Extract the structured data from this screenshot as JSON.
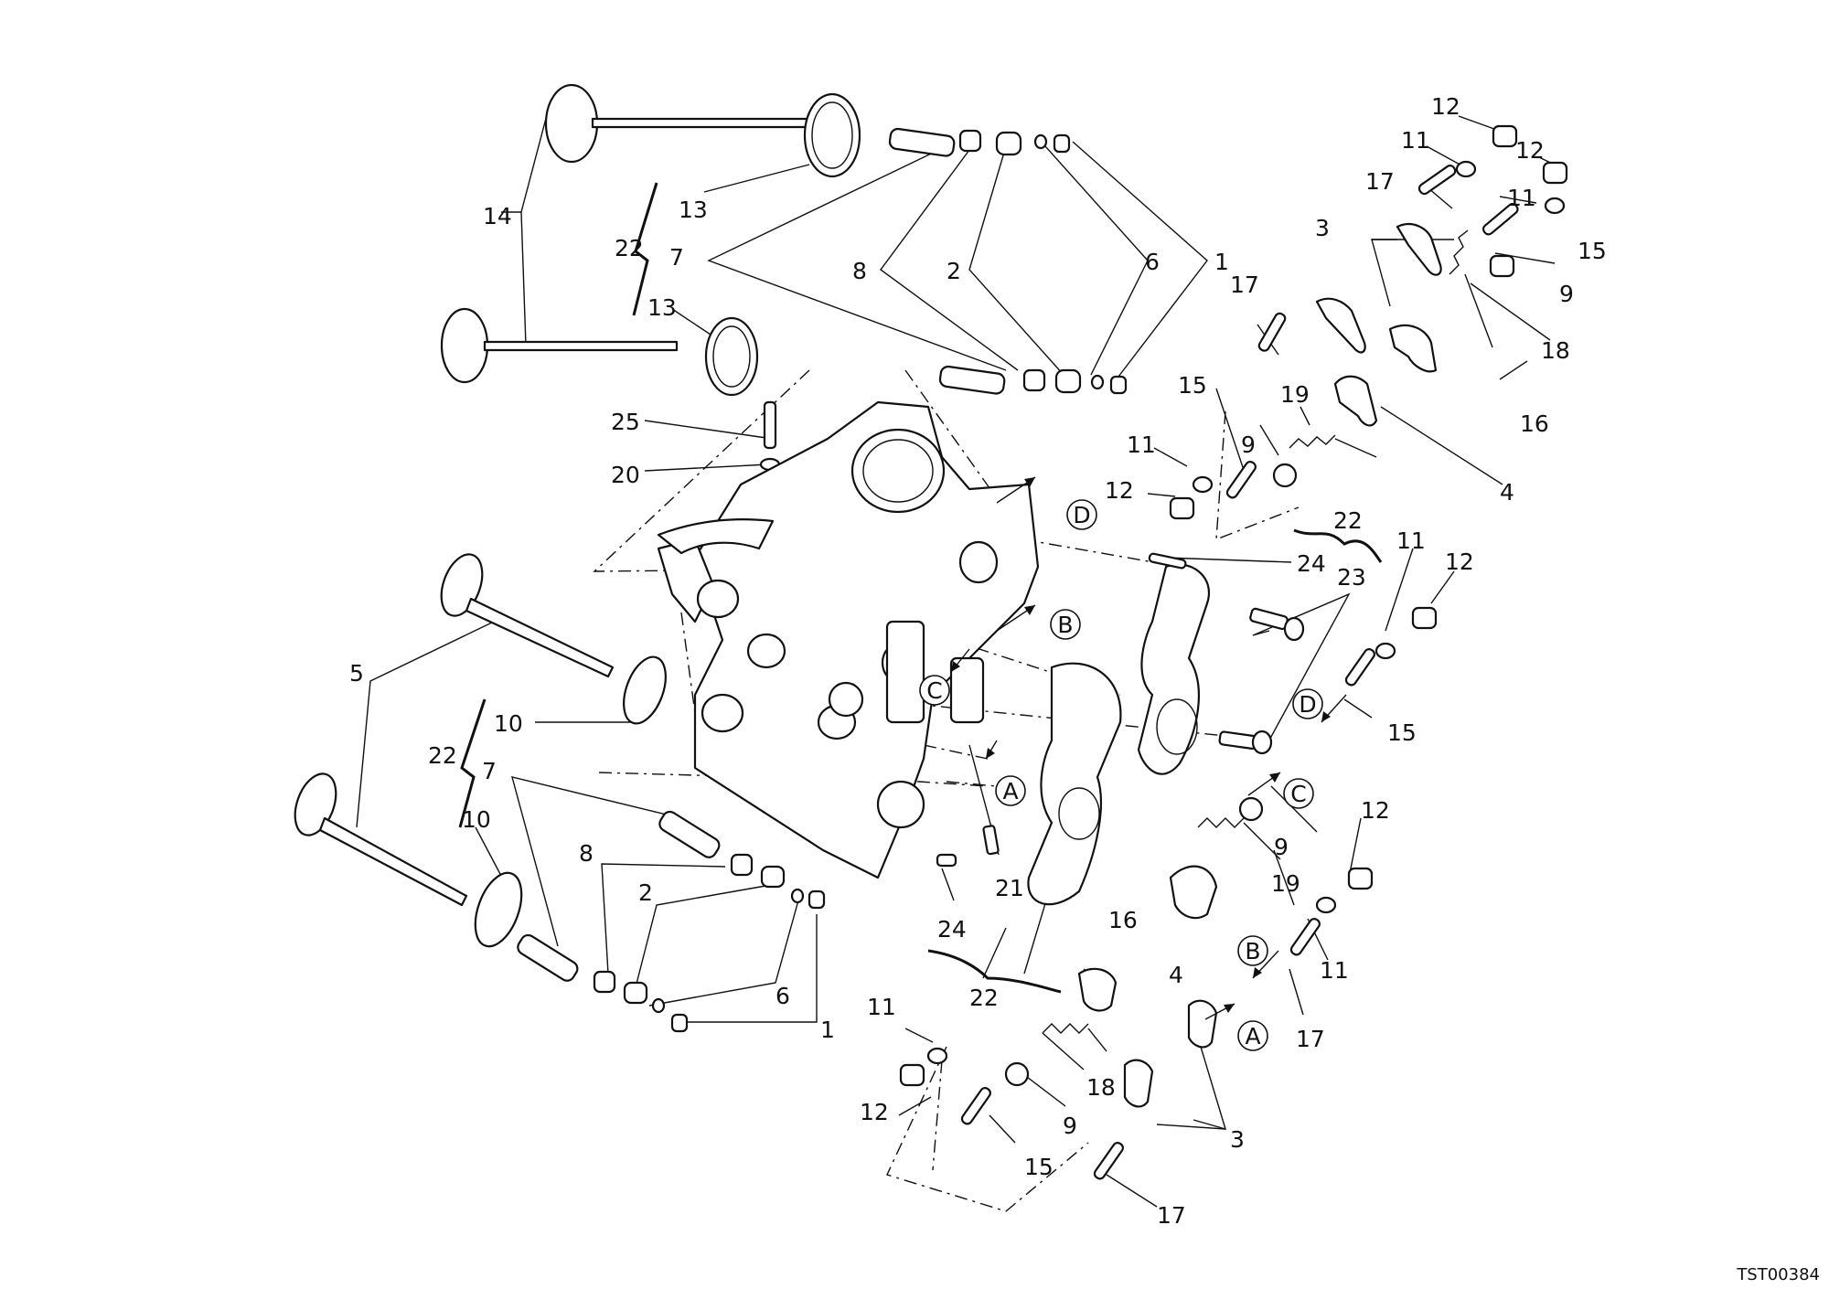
{
  "figure_code": "TST00384",
  "callouts": [
    {
      "id": "c1",
      "text": "12"
    },
    {
      "id": "c2",
      "text": "11"
    },
    {
      "id": "c3",
      "text": "12"
    },
    {
      "id": "c4",
      "text": "17"
    },
    {
      "id": "c5",
      "text": "11"
    },
    {
      "id": "c6",
      "text": "15"
    },
    {
      "id": "c7",
      "text": "3"
    },
    {
      "id": "c8",
      "text": "9"
    },
    {
      "id": "c9",
      "text": "18"
    },
    {
      "id": "c10",
      "text": "16"
    },
    {
      "id": "c11",
      "text": "4"
    },
    {
      "id": "c12",
      "text": "17"
    },
    {
      "id": "c13",
      "text": "15"
    },
    {
      "id": "c14",
      "text": "19"
    },
    {
      "id": "c15",
      "text": "11"
    },
    {
      "id": "c16",
      "text": "9"
    },
    {
      "id": "c17",
      "text": "12"
    },
    {
      "id": "c18",
      "text": "14"
    },
    {
      "id": "c19",
      "text": "13"
    },
    {
      "id": "c20",
      "text": "22"
    },
    {
      "id": "c21",
      "text": "7"
    },
    {
      "id": "c22",
      "text": "13"
    },
    {
      "id": "c23",
      "text": "8"
    },
    {
      "id": "c24",
      "text": "2"
    },
    {
      "id": "c25",
      "text": "6"
    },
    {
      "id": "c26",
      "text": "1"
    },
    {
      "id": "c27",
      "text": "25"
    },
    {
      "id": "c28",
      "text": "20"
    },
    {
      "id": "c29",
      "text": "22"
    },
    {
      "id": "c30",
      "text": "24"
    },
    {
      "id": "c31",
      "text": "23"
    },
    {
      "id": "c32",
      "text": "11"
    },
    {
      "id": "c33",
      "text": "12"
    },
    {
      "id": "c34",
      "text": "15"
    },
    {
      "id": "c35",
      "text": "5"
    },
    {
      "id": "c36",
      "text": "10"
    },
    {
      "id": "c37",
      "text": "22"
    },
    {
      "id": "c38",
      "text": "7"
    },
    {
      "id": "c39",
      "text": "10"
    },
    {
      "id": "c40",
      "text": "8"
    },
    {
      "id": "c41",
      "text": "2"
    },
    {
      "id": "c42",
      "text": "6"
    },
    {
      "id": "c43",
      "text": "1"
    },
    {
      "id": "c44",
      "text": "21"
    },
    {
      "id": "c45",
      "text": "24"
    },
    {
      "id": "c46",
      "text": "22"
    },
    {
      "id": "c47",
      "text": "16"
    },
    {
      "id": "c48",
      "text": "9"
    },
    {
      "id": "c49",
      "text": "19"
    },
    {
      "id": "c50",
      "text": "4"
    },
    {
      "id": "c51",
      "text": "12"
    },
    {
      "id": "c52",
      "text": "11"
    },
    {
      "id": "c53",
      "text": "17"
    },
    {
      "id": "c54",
      "text": "11"
    },
    {
      "id": "c55",
      "text": "12"
    },
    {
      "id": "c56",
      "text": "18"
    },
    {
      "id": "c57",
      "text": "9"
    },
    {
      "id": "c58",
      "text": "15"
    },
    {
      "id": "c59",
      "text": "3"
    },
    {
      "id": "c60",
      "text": "17"
    }
  ],
  "markers": [
    {
      "id": "m1",
      "text": "D"
    },
    {
      "id": "m2",
      "text": "B"
    },
    {
      "id": "m3",
      "text": "C"
    },
    {
      "id": "m4",
      "text": "A"
    },
    {
      "id": "m5",
      "text": "D"
    },
    {
      "id": "m6",
      "text": "C"
    },
    {
      "id": "m7",
      "text": "B"
    },
    {
      "id": "m8",
      "text": "A"
    }
  ]
}
